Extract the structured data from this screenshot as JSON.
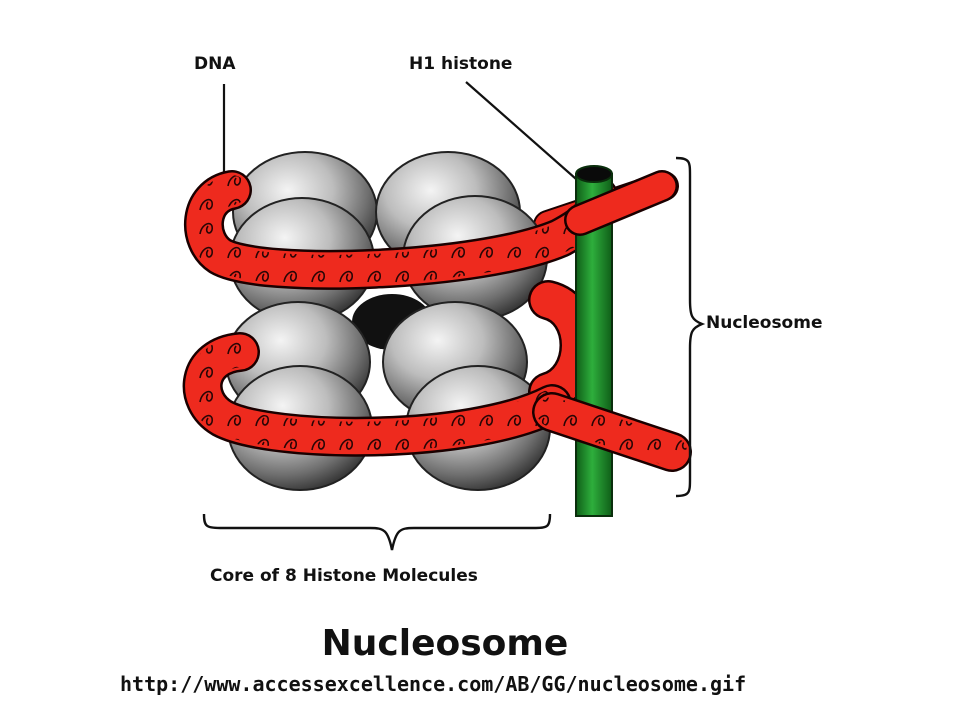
{
  "labels": {
    "dna": "DNA",
    "h1_histone": "H1 histone",
    "nucleosome_side": "Nucleosome",
    "core": "Core of 8 Histone Molecules"
  },
  "title": "Nucleosome",
  "source_url": "http://www.accessexcellence.com/AB/GG/nucleosome.gif",
  "colors": {
    "dna_strand": "#ee2a1e",
    "dna_outline": "#1a0000",
    "h1_histone": "#1e8f2a",
    "histone_sphere": "#9a9a9a",
    "line": "#111111"
  }
}
